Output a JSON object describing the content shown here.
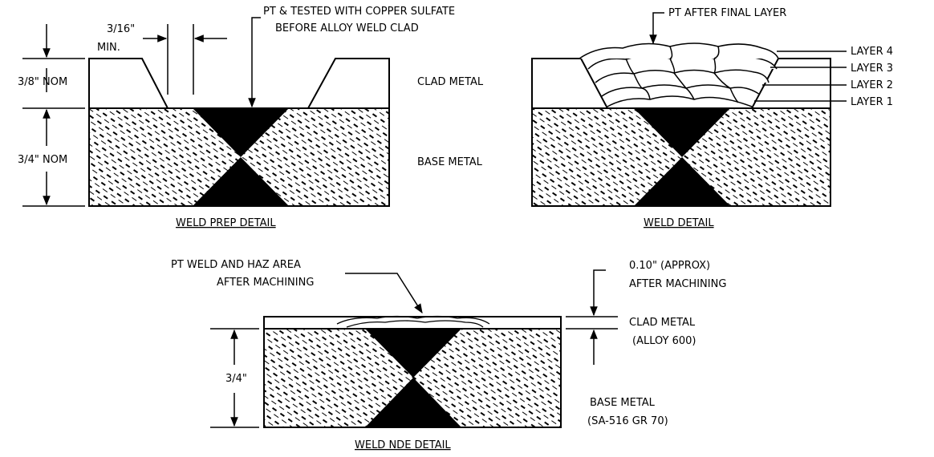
{
  "weld_prep": {
    "title": "WELD PREP DETAIL",
    "gap_dim_line1": "3/16\"",
    "gap_dim_line2": "MIN.",
    "pt_note_line1": "PT & TESTED WITH COPPER SULFATE",
    "pt_note_line2": "BEFORE ALLOY WELD CLAD",
    "clad_thickness": "3/8\" NOM",
    "base_thickness": "3/4\" NOM",
    "clad_label": "CLAD METAL",
    "base_label": "BASE METAL"
  },
  "weld_detail": {
    "title": "WELD DETAIL",
    "pt_note": "PT AFTER FINAL LAYER",
    "layers": [
      "LAYER 4",
      "LAYER 3",
      "LAYER 2",
      "LAYER 1"
    ]
  },
  "weld_nde": {
    "title": "WELD NDE DETAIL",
    "pt_note_line1": "PT WELD AND HAZ AREA",
    "pt_note_line2": "AFTER MACHINING",
    "clad_dim_line1": "0.10\" (APPROX)",
    "clad_dim_line2": "AFTER MACHINING",
    "base_thickness": "3/4\"",
    "clad_label_line1": "CLAD METAL",
    "clad_label_line2": "(ALLOY 600)",
    "base_label_line1": "BASE METAL",
    "base_label_line2": "(SA-516 GR 70)"
  }
}
